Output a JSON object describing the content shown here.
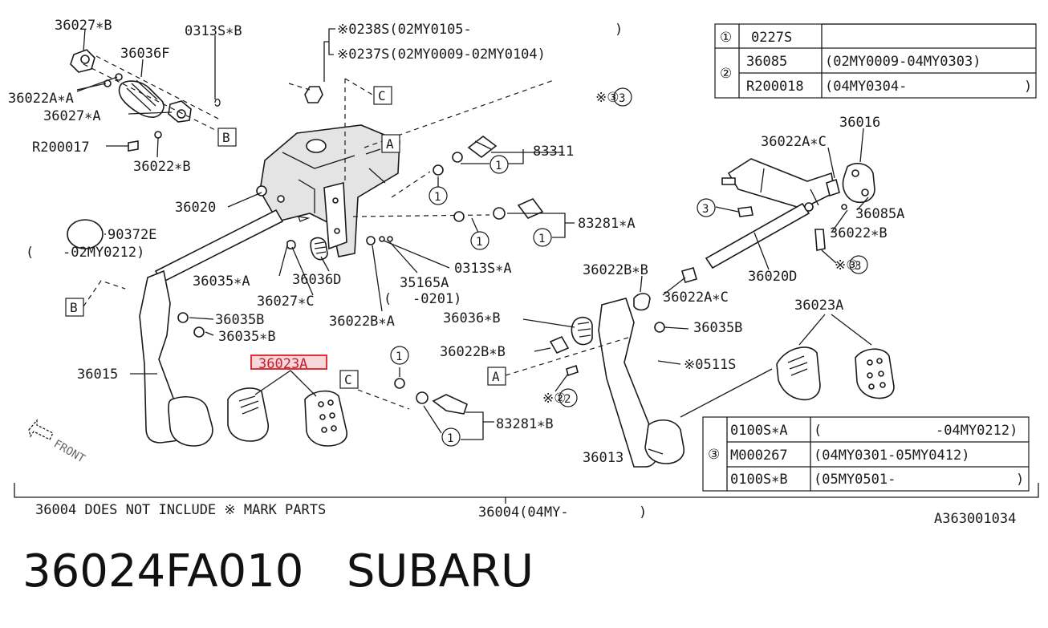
{
  "diagram": {
    "callouts": {
      "c_36027B": "36027∗B",
      "c_0313SB": "0313S∗B",
      "c_36036F": "36036F",
      "c_36022AA": "36022A∗A",
      "c_36027A": "36027∗A",
      "c_R200017": "R200017",
      "c_36022B": "36022∗B",
      "c_0238S": "※0238S(02MY0105-",
      "c_0238S_close": ")",
      "c_0237S": "※0237S(02MY0009-02MY0104)",
      "c_36020": "36020",
      "c_90372E": "90372E",
      "c_90372E_range_open": "(",
      "c_90372E_range": "-02MY0212)",
      "c_36035A": "36035∗A",
      "c_36036D": "36036D",
      "c_36027C": "36027∗C",
      "c_35165A": "35165A",
      "c_35165A_range_open": "(",
      "c_35165A_range": "-0201)",
      "c_0313SA": "0313S∗A",
      "c_36022BA": "36022B∗A",
      "c_36035B_left": "36035B",
      "c_36035B_left2": "36035∗B",
      "c_36023A_selected": "36023A",
      "c_36015": "36015",
      "c_83311": "83311",
      "c_83281A": "83281∗A",
      "c_83281B": "83281∗B",
      "c_star3_top": "※③",
      "c_36022BB": "36022B∗B",
      "c_36036B": "36036∗B",
      "c_36022BB2": "36022B∗B",
      "c_36035B_right": "36035B",
      "c_0511S": "※0511S",
      "c_star2": "※②",
      "c_36013": "36013",
      "c_36016": "36016",
      "c_36022AC_top": "36022A∗C",
      "c_36085A": "36085A",
      "c_36022B_right": "36022∗B",
      "c_star3_right": "※③",
      "c_36020D": "36020D",
      "c_36022AC_bottom": "36022A∗C",
      "c_36023A_right": "36023A",
      "c_front": "FRONT",
      "c_circle1": "①",
      "c_circle3": "③"
    },
    "boxed_labels": {
      "A": "A",
      "B": "B",
      "C": "C"
    },
    "legend_top": {
      "r1_key": "①",
      "r1_part": "0227S",
      "r2_key": "②",
      "r2a_part": "36085",
      "r2a_range": "(02MY0009-04MY0303)",
      "r2b_part": "R200018",
      "r2b_range": "(04MY0304-",
      "r2b_close": ")"
    },
    "legend_bottom": {
      "key": "③",
      "r1_part": "0100S∗A",
      "r1_range_open": "(",
      "r1_range": "-04MY0212)",
      "r2_part": "M000267",
      "r2_range": "(04MY0301-05MY0412)",
      "r3_part": "0100S∗B",
      "r3_range": "(05MY0501-",
      "r3_close": ")"
    },
    "assembly_note": "36004 DOES NOT INCLUDE ※ MARK PARTS",
    "assembly_ref": "36004(04MY-",
    "assembly_ref_close": ")",
    "drawing_code": "A363001034",
    "highlight_color": "#e0303a"
  },
  "footer": {
    "part_number": "36024FA010",
    "brand": "SUBARU"
  }
}
